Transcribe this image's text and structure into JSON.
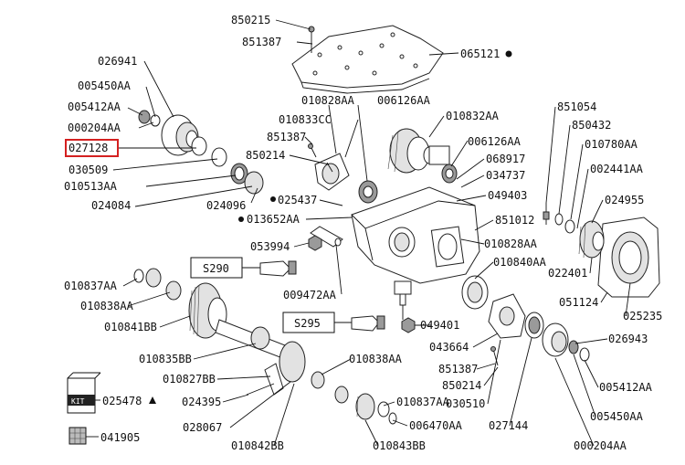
{
  "labels": {
    "l850215": "850215",
    "l851387a": "851387",
    "l065121": "065121",
    "l026941": "026941",
    "l005450a": "005450AA",
    "l005412a": "005412AA",
    "l000204a": "000204AA",
    "l027128": "027128",
    "l030509": "030509",
    "l010513": "010513AA",
    "l024084": "024084",
    "l024096": "024096",
    "l010828a": "010828AA",
    "l006126a": "006126AA",
    "l010833": "010833CC",
    "l010832": "010832AA",
    "l851387b": "851387",
    "l850214a": "850214",
    "l006126b": "006126AA",
    "l068917": "068917",
    "l034737": "034737",
    "l025437": "025437",
    "l049403": "049403",
    "l013652": "013652AA",
    "l851012": "851012",
    "l053994": "053994",
    "l010828b": "010828AA",
    "l010840": "010840AA",
    "l851054": "851054",
    "l850432": "850432",
    "l010780": "010780AA",
    "l002441": "002441AA",
    "l024955": "024955",
    "l022401": "022401",
    "l051124": "051124",
    "l025235": "025235",
    "l010837a": "010837AA",
    "l010838a": "010838AA",
    "l010841": "010841BB",
    "l009472": "009472AA",
    "l049401": "049401",
    "l043664": "043664",
    "l010835": "010835BB",
    "l010827": "010827BB",
    "l010838b": "010838AA",
    "l851387c": "851387",
    "l850214b": "850214",
    "l026943": "026943",
    "l005412b": "005412AA",
    "l024395": "024395",
    "l010837b": "010837AA",
    "l030510": "030510",
    "l028067": "028067",
    "l006470": "006470AA",
    "l027144": "027144",
    "l005450b": "005450AA",
    "l010842": "010842BB",
    "l010843": "010843BB",
    "l000204b": "000204AA",
    "l025478": "025478",
    "l041905": "041905",
    "s290": "S290",
    "s295": "S295",
    "kit": "KIT"
  },
  "colors": {
    "highlight": "#d42020",
    "line": "#111111"
  },
  "icons": {
    "dot": "filled-circle-icon",
    "triangle": "filled-triangle-icon",
    "hexagon": "filled-hexagon-icon"
  }
}
